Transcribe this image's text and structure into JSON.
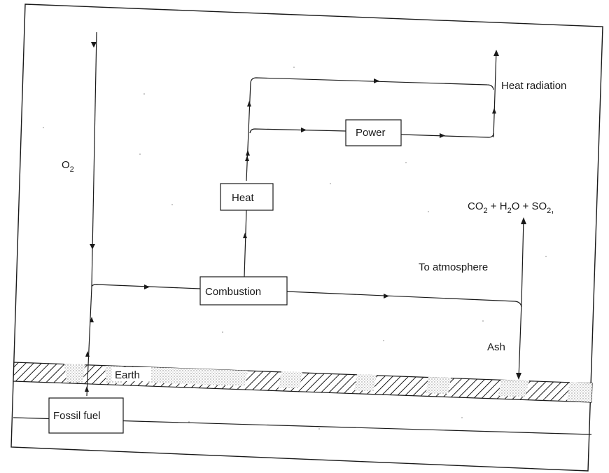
{
  "labels": {
    "o2_main": "O",
    "o2_sub": "2",
    "heat_radiation": "Heat radiation",
    "co2": "CO",
    "co2_sub": "2",
    "plus1": " + H",
    "h2o_sub": "2",
    "o_plus": "O + SO",
    "so2_sub": "2",
    "so2_tail": ",",
    "to_atmosphere": "To atmosphere",
    "ash": "Ash",
    "earth": "Earth"
  },
  "boxes": {
    "power": "Power",
    "heat": "Heat",
    "combustion": "Combustion",
    "fossil_fuel": "Fossil fuel"
  }
}
